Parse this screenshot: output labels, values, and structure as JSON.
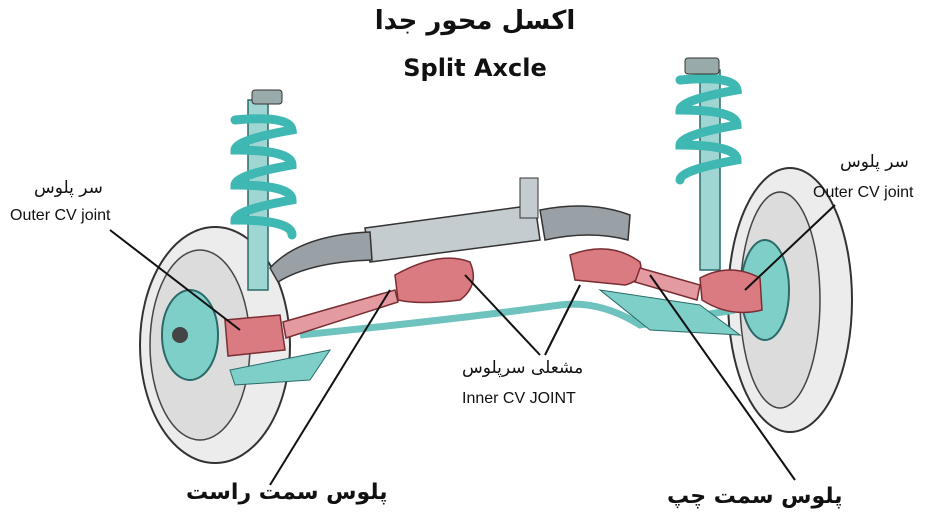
{
  "title_fa": "اکسل محور جدا",
  "title_en": "Split Axcle",
  "labels": {
    "outer_left_fa": "سر پلوس",
    "outer_left_en": "Outer CV joint",
    "outer_right_fa": "سر پلوس",
    "outer_right_en": "Outer CV joint",
    "inner_fa": "مشعلی سرپلوس",
    "inner_en": "Inner CV JOINT",
    "right_shaft_fa": "پلوس سمت راست",
    "left_shaft_fa": "پلوس سمت چپ"
  },
  "colors": {
    "spring": "#3fb8b3",
    "shaft": "#d97b80",
    "rack": "#b8c0c4",
    "tire": "#e8e8e8",
    "line": "#111111"
  }
}
